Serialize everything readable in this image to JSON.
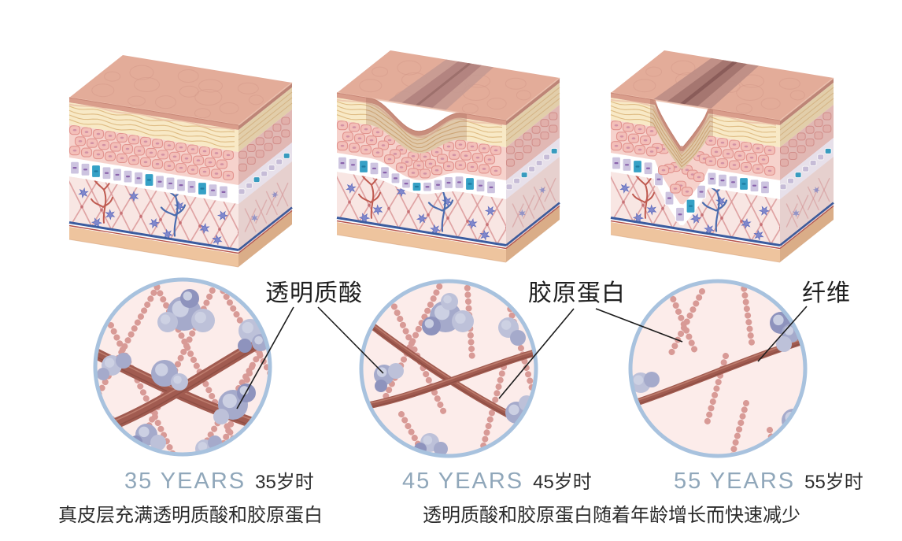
{
  "page": {
    "background": "#ffffff",
    "description": "Skin aging cross-section infographic comparing dermis at ages 35, 45 and 55"
  },
  "labels": {
    "hyaluronic_acid": "透明质酸",
    "collagen": "胶原蛋白",
    "fiber": "纤维"
  },
  "panels": [
    {
      "age_en": "35 YEARS",
      "age_zh": "35岁时",
      "wrinkle": "none",
      "magnifier": {
        "hyaluronic_bubbles": "abundant",
        "collagen_chains": "dense",
        "fiber_bundles": 2
      }
    },
    {
      "age_en": "45 YEARS",
      "age_zh": "45岁时",
      "wrinkle": "shallow",
      "magnifier": {
        "hyaluronic_bubbles": "reduced",
        "collagen_chains": "medium",
        "fiber_bundles": 2
      }
    },
    {
      "age_en": "55 YEARS",
      "age_zh": "55岁时",
      "wrinkle": "deep",
      "magnifier": {
        "hyaluronic_bubbles": "sparse",
        "collagen_chains": "sparse",
        "fiber_bundles": 1
      }
    }
  ],
  "captions": {
    "left": "真皮层充满透明质酸和胶原蛋白",
    "right": "透明质酸和胶原蛋白随着年龄增长而快速减少"
  },
  "colors": {
    "top_face": "#e3ac99",
    "top_texture": "#d09484",
    "groove_shadow": "#b2837e",
    "surface_band": "#d99d8b",
    "stratum_cream": "#f8e9c6",
    "cream_line": "#dcb77c",
    "epidermis": "#f6d2cc",
    "epidermis_cell": "#f3bfb9",
    "cell_border": "#e2948f",
    "membrane_white": "#ffffff",
    "membrane_cell_lavender": "#cdc4e0",
    "membrane_cell_teal": "#35a1c6",
    "dermis": "#f8e6e3",
    "dermis_fiber": "#db9899",
    "fibroblast_star": "#8088cc",
    "vessel_red": "#bf5a50",
    "vessel_blue": "#4b6cae",
    "base_line_blue": "#3b5c9f",
    "base_line_red": "#b5524b",
    "subcutis": "#eec49e",
    "magnifier_bg": "#fcecea",
    "magnifier_border": "#a8c2de",
    "bead_chain": "#d89a96",
    "bundle": "#a15b50",
    "bundle_stripe": "#c08070",
    "bubble": "#a5aacb",
    "bubble_light": "#bdc1d9",
    "bubble_dark": "#8e93bd",
    "pointer_line": "#1c1c1c",
    "years_text": "#90a7ba",
    "caption_text": "#2b2b2b"
  }
}
